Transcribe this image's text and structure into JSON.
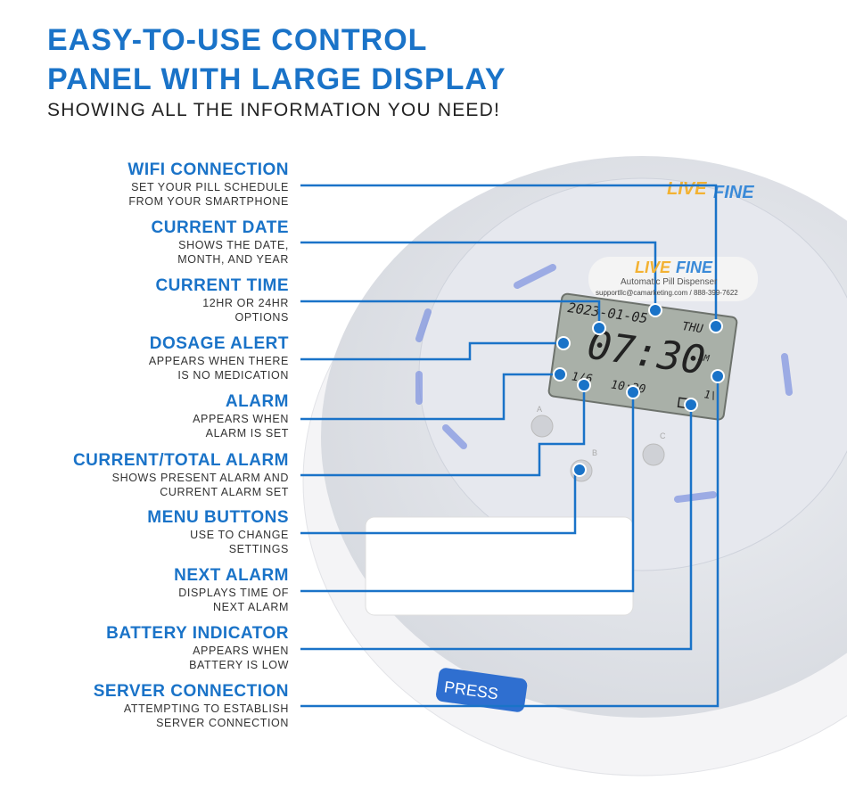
{
  "header": {
    "title_line1": "EASY-TO-USE CONTROL",
    "title_line2": "PANEL WITH LARGE DISPLAY",
    "subtitle": "SHOWING ALL THE INFORMATION YOU NEED!"
  },
  "features": [
    {
      "title": "WIFI CONNECTION",
      "desc1": "SET YOUR PILL SCHEDULE",
      "desc2": "FROM YOUR SMARTPHONE"
    },
    {
      "title": "CURRENT DATE",
      "desc1": "SHOWS THE DATE,",
      "desc2": "MONTH, AND YEAR"
    },
    {
      "title": "CURRENT TIME",
      "desc1": "12HR OR 24HR",
      "desc2": "OPTIONS"
    },
    {
      "title": "DOSAGE ALERT",
      "desc1": "APPEARS WHEN THERE",
      "desc2": "IS NO MEDICATION"
    },
    {
      "title": "ALARM",
      "desc1": "APPEARS WHEN",
      "desc2": "ALARM IS SET"
    },
    {
      "title": "CURRENT/TOTAL ALARM",
      "desc1": "SHOWS PRESENT ALARM AND",
      "desc2": "CURRENT ALARM SET"
    },
    {
      "title": "MENU BUTTONS",
      "desc1": "USE TO CHANGE",
      "desc2": "SETTINGS"
    },
    {
      "title": "NEXT ALARM",
      "desc1": "DISPLAYS TIME OF",
      "desc2": "NEXT ALARM"
    },
    {
      "title": "BATTERY INDICATOR",
      "desc1": "APPEARS WHEN",
      "desc2": "BATTERY IS LOW"
    },
    {
      "title": "SERVER CONNECTION",
      "desc1": "ATTEMPTING TO ESTABLISH",
      "desc2": "SERVER CONNECTION"
    }
  ],
  "device": {
    "brand_live": "LIVE",
    "brand_fine": "FINE",
    "product": "Automatic Pill Dispenser",
    "contact": "supportllc@camarketing.com / 888-399-7622",
    "lcd": {
      "date": "2023-01-05",
      "day": "THU",
      "time": "07:30",
      "ampm": "AM",
      "alarm_count": "1/6",
      "next_alarm": "10:30",
      "server": "1\\"
    },
    "buttons": [
      "A",
      "B",
      "C"
    ],
    "press_label": "PRESS"
  },
  "colors": {
    "accent": "#1a73c8"
  }
}
